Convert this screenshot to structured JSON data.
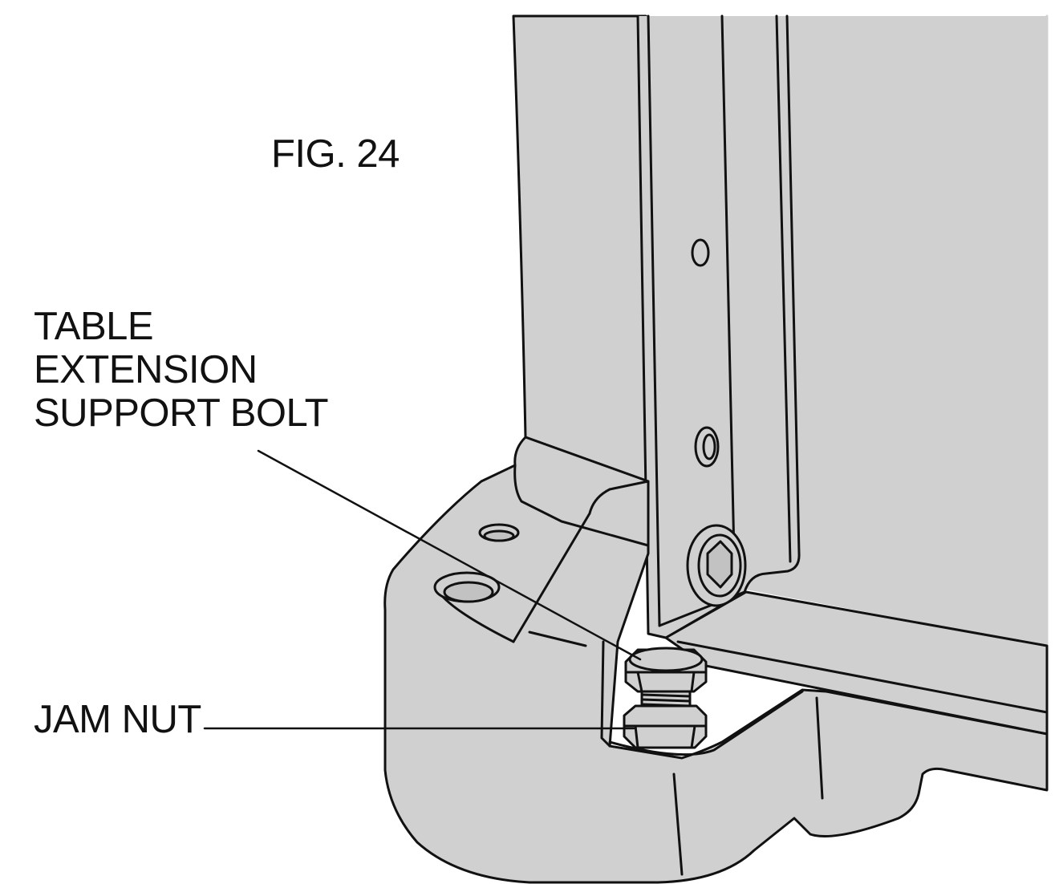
{
  "figure": {
    "title": "FIG. 24",
    "callouts": {
      "support_bolt": [
        "TABLE",
        "EXTENSION",
        "SUPPORT BOLT"
      ],
      "jam_nut": "JAM NUT"
    }
  },
  "colors": {
    "fill": "#d0d0d0",
    "fill_dark": "#c2c2c2",
    "stroke": "#111111",
    "background": "#ffffff"
  }
}
